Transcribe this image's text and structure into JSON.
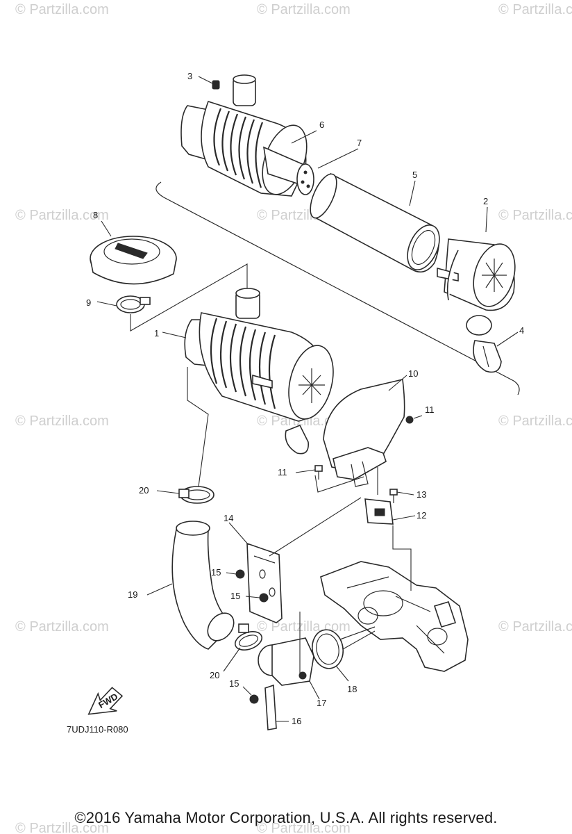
{
  "watermark": {
    "text": "Partzilla.com",
    "symbol": "©"
  },
  "callouts": [
    {
      "id": "3",
      "label": "3"
    },
    {
      "id": "6",
      "label": "6"
    },
    {
      "id": "7",
      "label": "7"
    },
    {
      "id": "5",
      "label": "5"
    },
    {
      "id": "2",
      "label": "2"
    },
    {
      "id": "8",
      "label": "8"
    },
    {
      "id": "9",
      "label": "9"
    },
    {
      "id": "4",
      "label": "4"
    },
    {
      "id": "1",
      "label": "1"
    },
    {
      "id": "10",
      "label": "10"
    },
    {
      "id": "11a",
      "label": "11"
    },
    {
      "id": "11b",
      "label": "11"
    },
    {
      "id": "13",
      "label": "13"
    },
    {
      "id": "12",
      "label": "12"
    },
    {
      "id": "20a",
      "label": "20"
    },
    {
      "id": "14",
      "label": "14"
    },
    {
      "id": "15a",
      "label": "15"
    },
    {
      "id": "15b",
      "label": "15"
    },
    {
      "id": "19",
      "label": "19"
    },
    {
      "id": "20b",
      "label": "20"
    },
    {
      "id": "15c",
      "label": "15"
    },
    {
      "id": "17",
      "label": "17"
    },
    {
      "id": "18",
      "label": "18"
    },
    {
      "id": "16",
      "label": "16"
    }
  ],
  "fwd_arrow_label": "FWD",
  "diagram_code": "7UDJ110-R080",
  "copyright": "©2016  Yamaha Motor Corporation, U.S.A. All rights reserved."
}
